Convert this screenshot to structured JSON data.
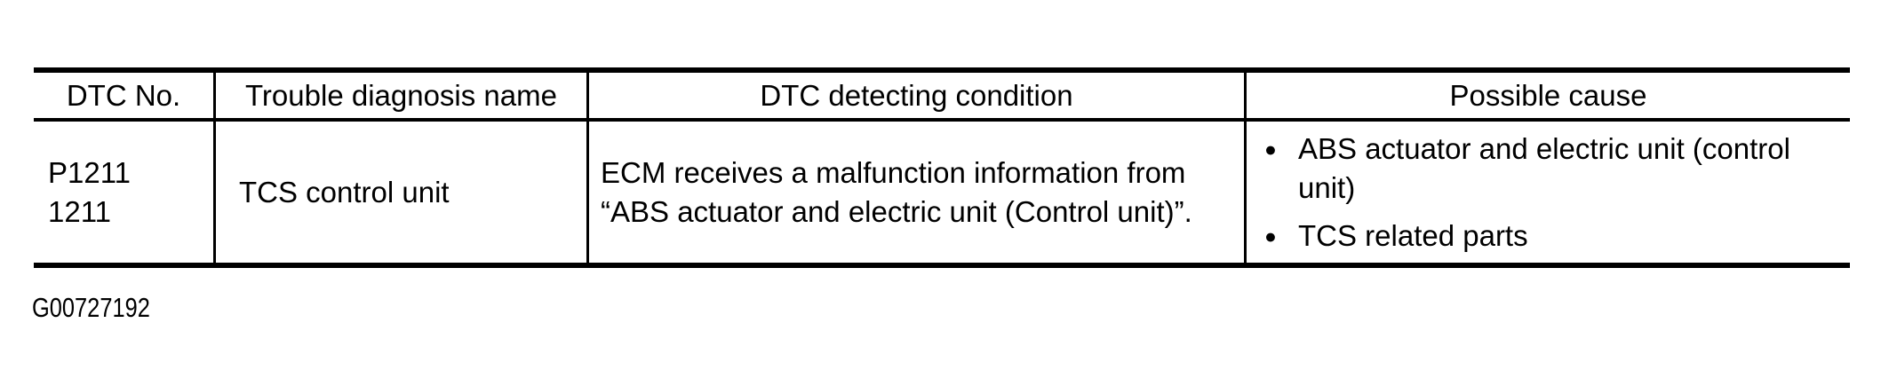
{
  "document": {
    "figure_id": "G00727192"
  },
  "table": {
    "headers": [
      {
        "label": "DTC No."
      },
      {
        "label": "Trouble diagnosis name"
      },
      {
        "label": "DTC detecting condition"
      },
      {
        "label": "Possible cause"
      }
    ],
    "row": {
      "dtc_no_lines": [
        "P1211",
        "1211"
      ],
      "trouble_diagnosis_name": "TCS control unit",
      "dtc_detecting_condition_lines": [
        "ECM receives a malfunction information from",
        "“ABS actuator and electric unit (Control unit)”."
      ],
      "possible_causes": [
        {
          "lines": [
            "ABS actuator and electric unit (control",
            "unit)"
          ]
        },
        {
          "lines": [
            "TCS related parts"
          ]
        }
      ],
      "bullet_glyph": "●"
    }
  },
  "colors": {
    "background": "#ffffff",
    "text": "#000000",
    "border": "#000000"
  }
}
